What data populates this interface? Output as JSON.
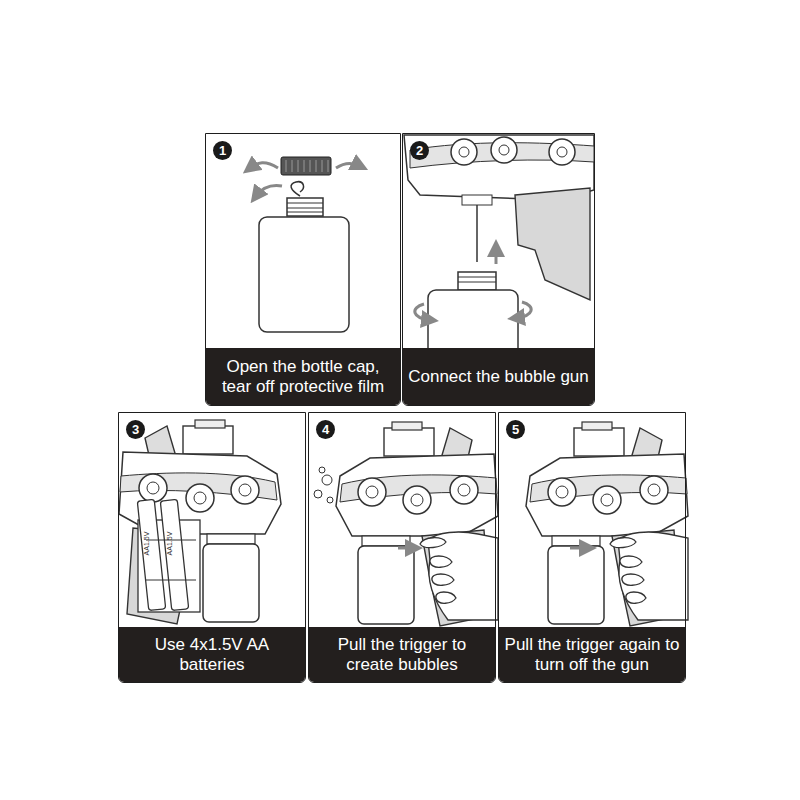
{
  "diagram": {
    "nodes": [
      {
        "text": [
          "Open the bottle cap, tear off protective film"
        ]
      },
      {
        "text": [
          "Connect the bubble gun"
        ]
      },
      {
        "text": [
          "Use 4x1.5V AA batteries"
        ]
      },
      {
        "text": [
          "Pull the trigger to create bubbles"
        ]
      },
      {
        "text": [
          "Pull the trigger again to turn off the gun"
        ]
      }
    ],
    "labels": [
      "1",
      "2",
      "3",
      "4",
      "5",
      "AA1.5V",
      "AA1.5V"
    ]
  }
}
